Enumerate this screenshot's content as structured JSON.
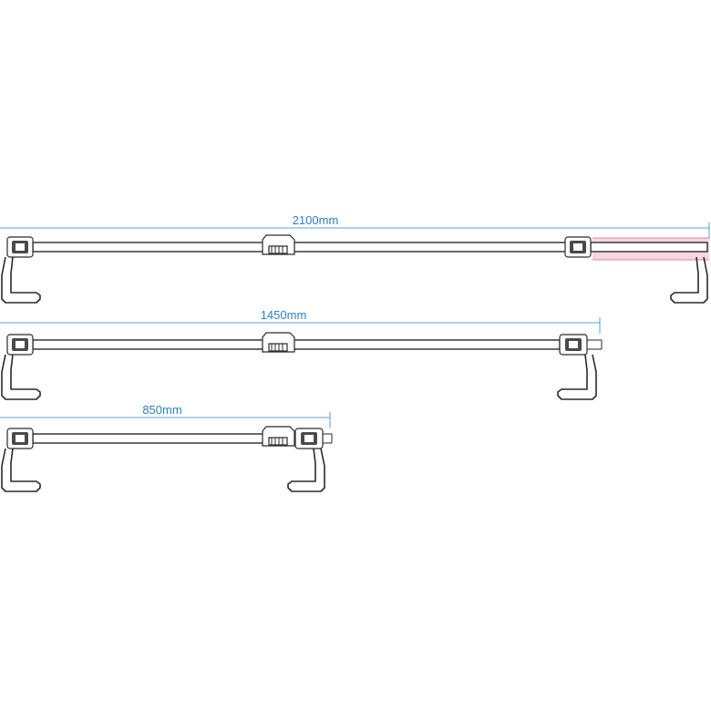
{
  "bars": [
    {
      "id": "bar-2100",
      "label": "2100mm",
      "extension_colour": "#f6c9d6"
    },
    {
      "id": "bar-1450",
      "label": "1450mm"
    },
    {
      "id": "bar-850",
      "label": "850mm"
    }
  ],
  "colors": {
    "dimension": "#2f7fc0",
    "outline": "#2a2a2a",
    "extension_highlight": "#f6c9d6"
  }
}
